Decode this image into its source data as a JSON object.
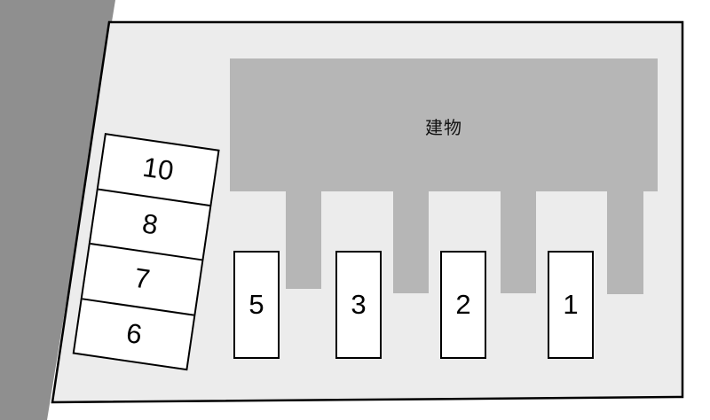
{
  "diagram": {
    "type": "parking-lot-map",
    "building_label": "建物",
    "left_column_spaces": [
      {
        "label": "10"
      },
      {
        "label": "8"
      },
      {
        "label": "7"
      },
      {
        "label": "6"
      }
    ],
    "bottom_row_spaces": [
      {
        "label": "5"
      },
      {
        "label": "3"
      },
      {
        "label": "2"
      },
      {
        "label": "1"
      }
    ],
    "colors": {
      "road_band": "#8f8f8f",
      "lot_fill": "#ececec",
      "building_fill": "#b6b6b6",
      "outline": "#000000",
      "space_fill": "#ffffff"
    }
  }
}
